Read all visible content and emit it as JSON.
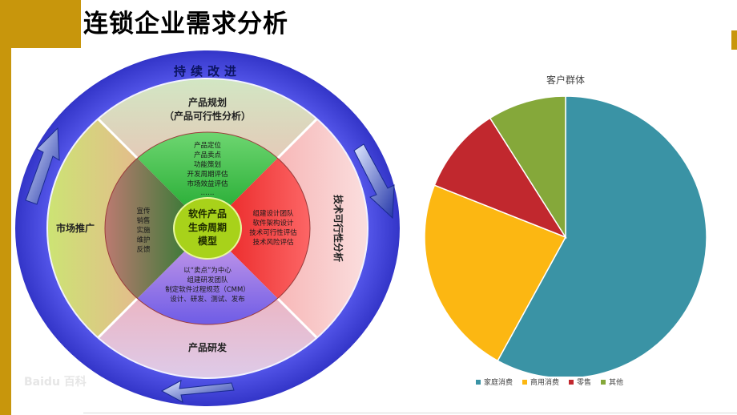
{
  "slide": {
    "title": "连锁企业需求分析",
    "watermark": "Baidu 百科"
  },
  "cycle_diagram": {
    "outer_ring_label": "持续改进",
    "quadrants": {
      "top_title": "产品规划",
      "top_subtitle": "（产品可行性分析）",
      "right": "技术可行性分析",
      "bottom": "产品研发",
      "left": "市场推广"
    },
    "inner": {
      "top_lines": [
        "产品定位",
        "产品卖点",
        "功能策划",
        "开发周期评估",
        "市场效益评估",
        "……"
      ],
      "right_lines": [
        "组建设计团队",
        "软件架构设计",
        "技术可行性评估",
        "技术风险评估"
      ],
      "bottom_lines": [
        "以“卖点”为中心",
        "组建研发团队",
        "制定软件过程规范（CMM）",
        "设计、研发、测试、发布"
      ],
      "left_lines": [
        "宣传",
        "销售",
        "实施",
        "维护",
        "反馈"
      ]
    },
    "center_lines": [
      "软件产品",
      "生命周期",
      "模型"
    ]
  },
  "chart_data": {
    "type": "pie",
    "title": "客户群体",
    "categories": [
      "家庭消费",
      "商用消费",
      "零售",
      "其他"
    ],
    "values": [
      58,
      23,
      10,
      9
    ],
    "colors": [
      "#3a93a5",
      "#fcb712",
      "#c1282e",
      "#85a83a"
    ],
    "legend_position": "bottom"
  }
}
